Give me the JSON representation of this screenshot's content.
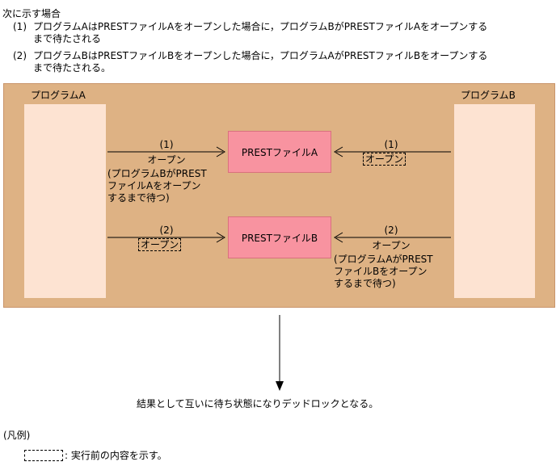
{
  "intro": {
    "title": "次に示す場合",
    "item1_num": "(1)",
    "item1_text": "プログラムAはPRESTファイルAをオープンした場合に，プログラムBがPRESTファイルAをオープンする\nまで待たされる",
    "item2_num": "(2)",
    "item2_text": "プログラムBはPRESTファイルBをオープンした場合に，プログラムAがPRESTファイルBをオープンする\nまで待たされる。"
  },
  "diagram": {
    "program_a_label": "プログラムA",
    "program_b_label": "プログラムB",
    "file_a_label": "PRESTファイルA",
    "file_b_label": "PRESTファイルB",
    "a_to_file_a": {
      "num": "(1)",
      "action": "オープン",
      "note": "(プログラムBがPREST\nファイルAをオープン\nするまで待つ)"
    },
    "b_to_file_a": {
      "num": "(1)",
      "action": "オープン"
    },
    "a_to_file_b": {
      "num": "(2)",
      "action": "オープン"
    },
    "b_to_file_b": {
      "num": "(2)",
      "action": "オープン",
      "note": "(プログラムAがPREST\nファイルBをオープン\nするまで待つ)"
    }
  },
  "result_text": "結果として互いに待ち状態になりデッドロックとなる。",
  "legend": {
    "title": "(凡例)",
    "description": ": 実行前の内容を示す。"
  }
}
